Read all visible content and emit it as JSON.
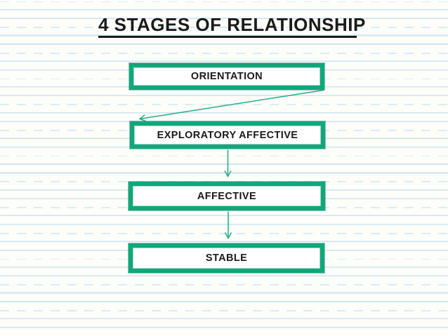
{
  "slide": {
    "title": "4 STAGES OF RELATIONSHIP",
    "stages": [
      {
        "label": "ORIENTATION"
      },
      {
        "label": "EXPLORATORY AFFECTIVE"
      },
      {
        "label": "AFFECTIVE"
      },
      {
        "label": "STABLE"
      }
    ],
    "connections": [
      {
        "from": "ORIENTATION",
        "to": "EXPLORATORY AFFECTIVE"
      },
      {
        "from": "EXPLORATORY AFFECTIVE",
        "to": "AFFECTIVE"
      },
      {
        "from": "AFFECTIVE",
        "to": "STABLE"
      }
    ],
    "colors": {
      "accent_green": "#10a77b",
      "arrow_green": "#25ad83",
      "rule_line_solid": "#cde4ef",
      "rule_line_dashed": "#d9edf6",
      "background": "#fdfdfa",
      "text": "#1b1b1b"
    }
  }
}
